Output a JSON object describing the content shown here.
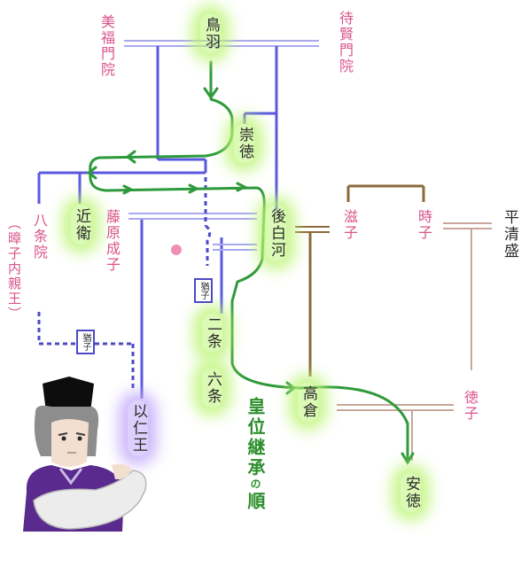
{
  "people": {
    "toba": "鳥羽",
    "bifukumonin": "美福門院",
    "taikenmonin": "待賢門院",
    "sutoku": "崇徳",
    "konoe": "近衛",
    "go_shirakawa": "後白河",
    "fujiwara_shigeko": "藤原成子",
    "hachijoin": "八条院",
    "shoshi_naishinno": "（暲子内親王）",
    "nijo": "二条",
    "rokujo": "六条",
    "mochihito": "以仁王",
    "shigeko": "滋子",
    "tokiko": "時子",
    "taira_kiyomori": "平清盛",
    "takakura": "高倉",
    "tokuko": "徳子",
    "antoku": "安徳"
  },
  "badges": {
    "adopted_nijo": "猶子",
    "adopted_mochihito": "猶子"
  },
  "caption": {
    "part1": "皇位継承",
    "part2": "の",
    "part3": "順"
  },
  "colors": {
    "blue_line": "#5a58e0",
    "blue_dashed": "#4b49c7",
    "brown_line": "#8a6a3b",
    "tan_line": "#c8a79a",
    "green_arrow": "#2e9a3a",
    "emperor_glow": "#bff57a",
    "prince_glow": "#c4aaf9",
    "female_text": "#d9548a"
  },
  "icons": {
    "arrowheads": "green-arrowhead",
    "dot": "pink-dot",
    "figure": "noble-figure-illustration"
  }
}
